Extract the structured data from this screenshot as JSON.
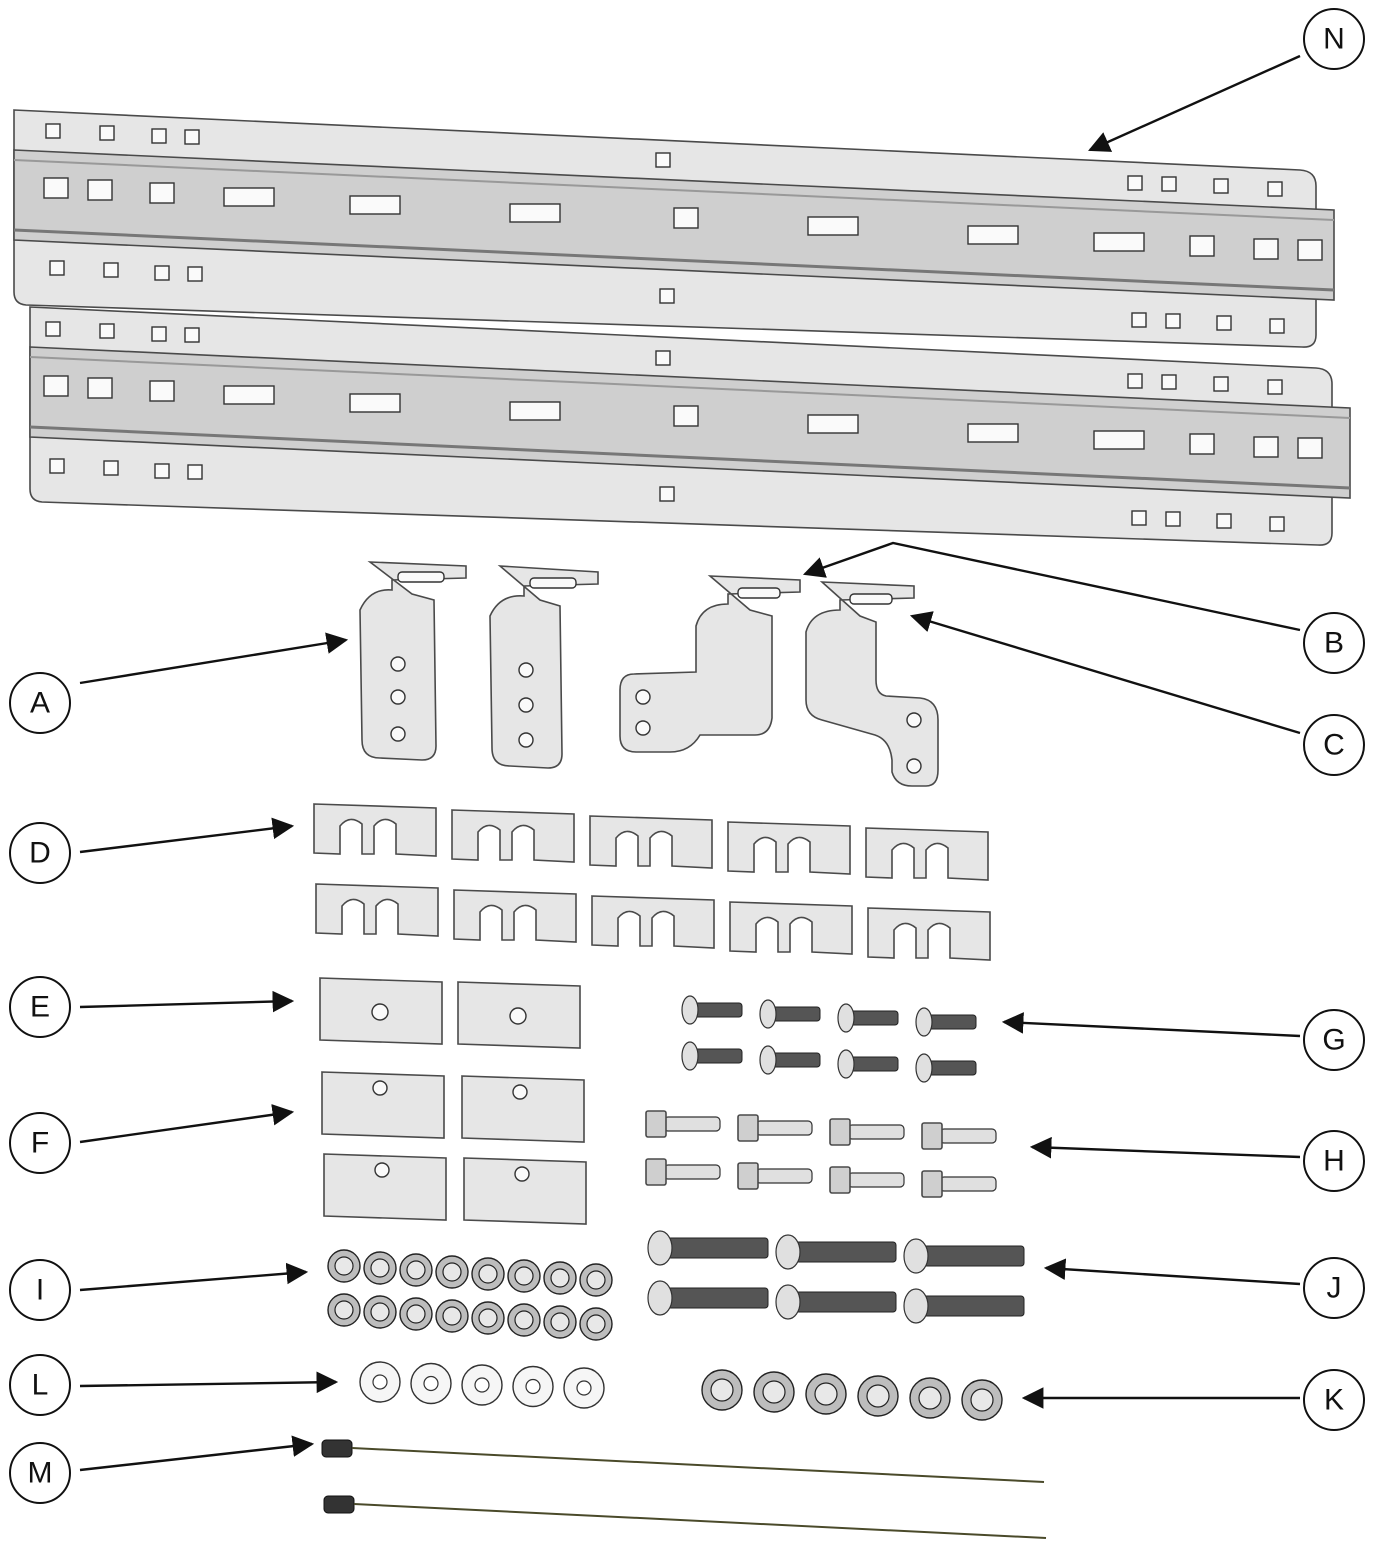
{
  "colors": {
    "line": "#111111",
    "metal": "#e6e6e6",
    "background": "#ffffff"
  },
  "callouts": [
    {
      "id": "N",
      "label": "N"
    },
    {
      "id": "A",
      "label": "A"
    },
    {
      "id": "B",
      "label": "B"
    },
    {
      "id": "C",
      "label": "C"
    },
    {
      "id": "D",
      "label": "D"
    },
    {
      "id": "E",
      "label": "E"
    },
    {
      "id": "F",
      "label": "F"
    },
    {
      "id": "G",
      "label": "G"
    },
    {
      "id": "H",
      "label": "H"
    },
    {
      "id": "I",
      "label": "I"
    },
    {
      "id": "J",
      "label": "J"
    },
    {
      "id": "K",
      "label": "K"
    },
    {
      "id": "L",
      "label": "L"
    },
    {
      "id": "M",
      "label": "M"
    }
  ],
  "parts": {
    "rails": {
      "icon": "rail-icon",
      "count": 2
    },
    "brackets_straight": {
      "icon": "bracket-icon",
      "count": 2
    },
    "brackets_offset": {
      "icon": "offset-bracket-icon",
      "count": 2
    },
    "slotted_shims": {
      "icon": "slotted-shim-icon",
      "count": 10
    },
    "center_hole_plates": {
      "icon": "plate-icon",
      "count": 2
    },
    "offset_hole_plates": {
      "icon": "plate-icon",
      "count": 4
    },
    "short_carriage_bolts": {
      "icon": "carriage-bolt-icon",
      "count": 8
    },
    "hex_bolts": {
      "icon": "hex-bolt-icon",
      "count": 8
    },
    "flange_nuts_small": {
      "icon": "nut-icon",
      "count": 16
    },
    "long_carriage_bolts": {
      "icon": "carriage-bolt-icon",
      "count": 6
    },
    "flange_nuts_large": {
      "icon": "nut-icon",
      "count": 6
    },
    "washers": {
      "icon": "washer-icon",
      "count": 5
    },
    "fish_wires": {
      "icon": "fish-wire-icon",
      "count": 2
    }
  }
}
